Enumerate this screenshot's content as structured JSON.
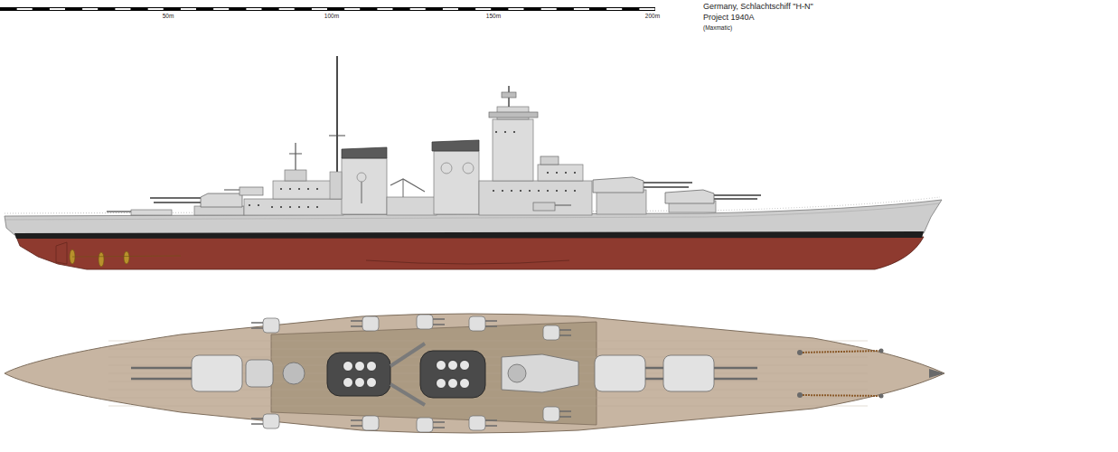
{
  "diagram": {
    "title": "Germany, Schlachtschiff \"H-N\"",
    "labels": [
      "Project 1940A",
      "(Maxmatic)",
      "50m",
      "100m",
      "150m",
      "200m"
    ]
  }
}
